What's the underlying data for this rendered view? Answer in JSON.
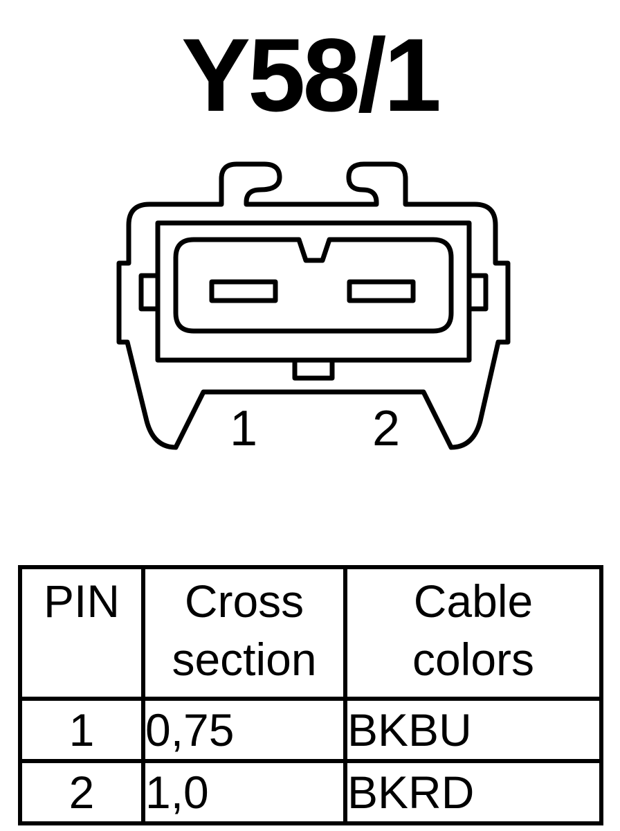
{
  "title": "Y58/1",
  "connector": {
    "pin_labels": [
      "1",
      "2"
    ]
  },
  "table": {
    "headers": {
      "pin": "PIN",
      "cross_section": [
        "Cross",
        "section"
      ],
      "cable_colors": [
        "Cable",
        "colors"
      ]
    },
    "rows": [
      {
        "pin": "1",
        "cross_section": "0,75",
        "cable_color": "BKBU"
      },
      {
        "pin": "2",
        "cross_section": "1,0",
        "cable_color": "BKRD"
      }
    ]
  }
}
